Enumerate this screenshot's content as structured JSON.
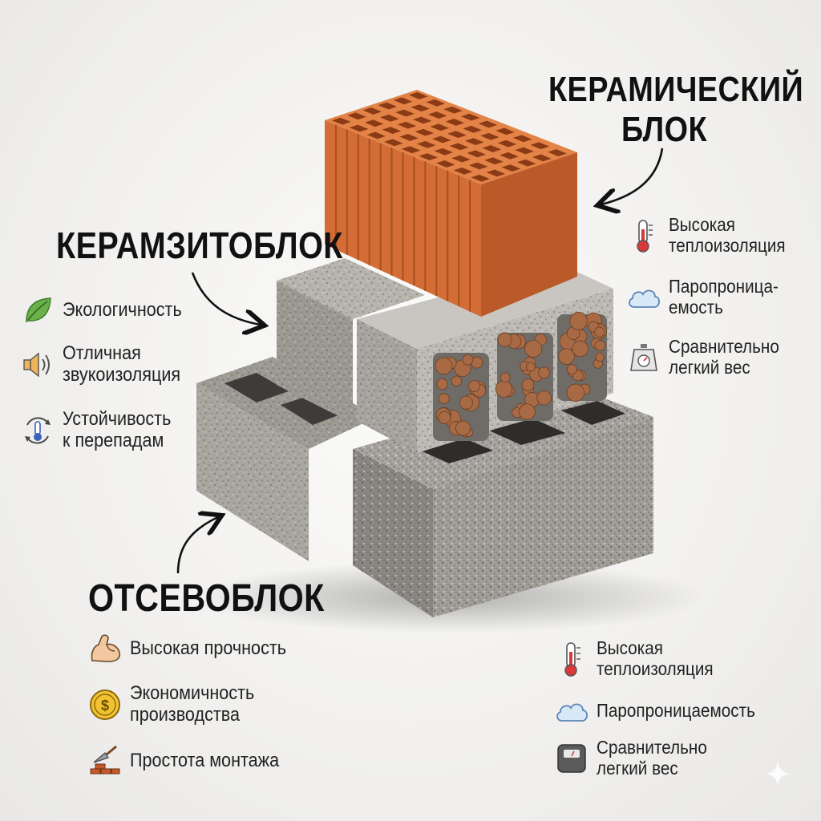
{
  "titles": {
    "ceramic_line1": "КЕРАМИЧЕСКИЙ",
    "ceramic_line2": "БЛОК",
    "keramzit": "КЕРАМЗИТОБЛОК",
    "otsev": "ОТСЕВОБЛОК"
  },
  "keramzit_features": [
    {
      "icon": "leaf-icon",
      "line1": "Экологичность",
      "line2": ""
    },
    {
      "icon": "speaker-icon",
      "line1": "Отличная",
      "line2": "звукоизоляция"
    },
    {
      "icon": "thermometer-cycle-icon",
      "line1": "Устойчивость",
      "line2": "к перепадам"
    }
  ],
  "ceramic_features": [
    {
      "icon": "thermometer-icon",
      "line1": "Высокая",
      "line2": "теплоизоляция"
    },
    {
      "icon": "cloud-icon",
      "line1": "Паропроница-",
      "line2": "емость"
    },
    {
      "icon": "scale-icon",
      "line1": "Сравнительно",
      "line2": "легкий вес"
    }
  ],
  "otsev_features": [
    {
      "icon": "muscle-icon",
      "line1": "Высокая прочность",
      "line2": ""
    },
    {
      "icon": "coin-icon",
      "line1": "Экономичность",
      "line2": "производства"
    },
    {
      "icon": "trowel-bricks-icon",
      "line1": "Простота монтажа",
      "line2": ""
    }
  ],
  "bottom_right_features": [
    {
      "icon": "thermometer-icon",
      "line1": "Высокая",
      "line2": "теплоизоляция"
    },
    {
      "icon": "cloud-icon",
      "line1": "Паропроницаемость",
      "line2": ""
    },
    {
      "icon": "bathroom-scale-icon",
      "line1": "Сравнительно",
      "line2": "легкий вес"
    }
  ],
  "colors": {
    "ceramic": "#d9733a",
    "ceramic_dark": "#a9461b",
    "concrete_light": "#b9b6b0",
    "concrete_dark": "#8f8c87",
    "clay_ball": "#a86a45"
  }
}
